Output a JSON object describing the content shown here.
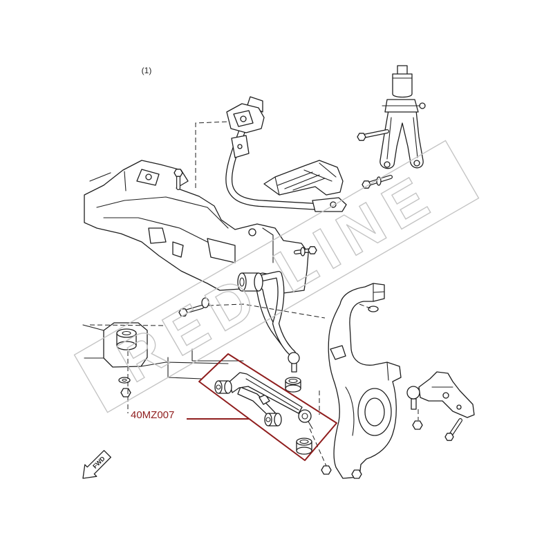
{
  "diagram": {
    "reference_marker": "(1)",
    "part_number": "40MZ007",
    "direction_label": "FWD",
    "watermark": "RED LINE"
  },
  "colors": {
    "line": "#1e1e1e",
    "highlight": "#8f1d1d",
    "watermark": "#c4c4c4",
    "background": "#ffffff"
  },
  "icons": {
    "direction": "fwd-arrow-icon"
  }
}
